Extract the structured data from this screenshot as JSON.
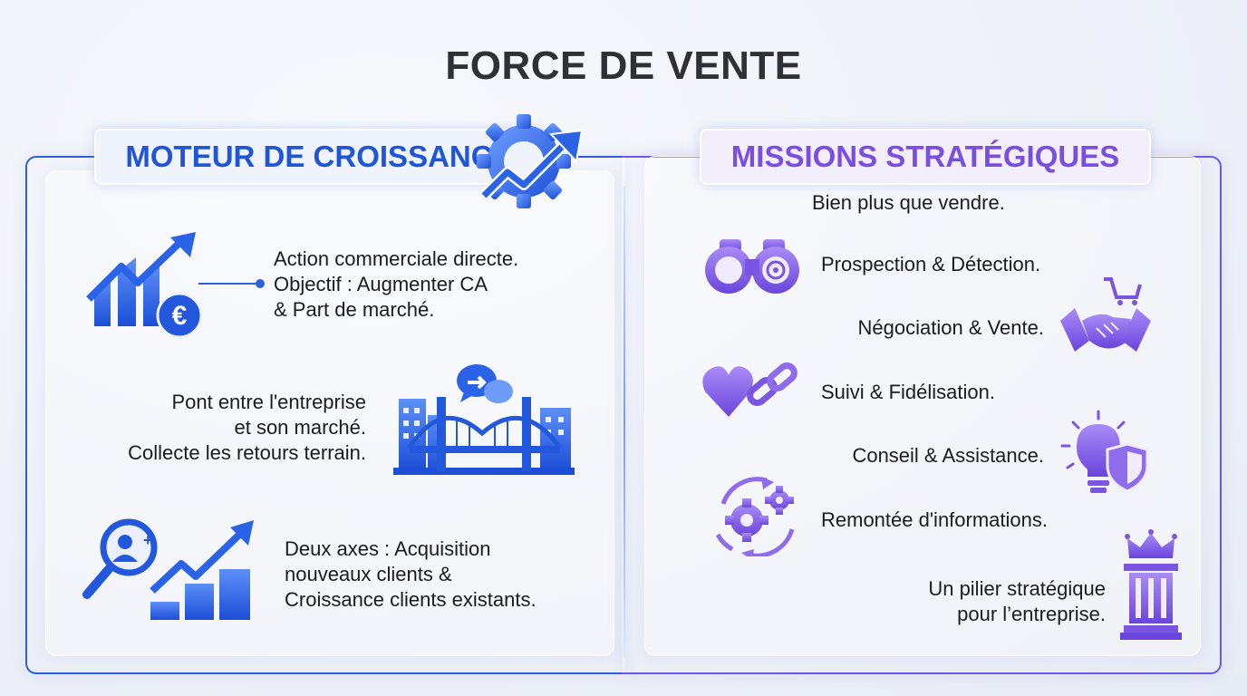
{
  "title": "FORCE DE VENTE",
  "left": {
    "header": "MOTEUR DE CROISSANCE",
    "items": [
      {
        "lines": [
          "Action commerciale directe.",
          "Objectif : Augmenter CA",
          "& Part de marché."
        ],
        "icon": "growth-chart-euro-icon"
      },
      {
        "lines": [
          "Pont entre l'entreprise",
          "et son marché.",
          "Collecte les retours terrain."
        ],
        "icon": "bridge-city-chat-icon"
      },
      {
        "lines": [
          "Deux axes : Acquisition",
          "nouveaux clients &",
          "Croissance clients existants."
        ],
        "icon": "search-user-growth-icon"
      }
    ],
    "header_icon": "gear-growth-arrow-icon"
  },
  "right": {
    "header": "MISSIONS STRATÉGIQUES",
    "subtitle": "Bien plus que vendre.",
    "missions": [
      {
        "label": "Prospection & Détection.",
        "icon": "binoculars-target-icon"
      },
      {
        "label": "Négociation & Vente.",
        "icon": "handshake-cart-icon"
      },
      {
        "label": "Suivi & Fidélisation.",
        "icon": "heart-chain-icon"
      },
      {
        "label": "Conseil & Assistance.",
        "icon": "lightbulb-shield-icon"
      },
      {
        "label": "Remontée d'informations.",
        "icon": "gears-cycle-icon"
      }
    ],
    "closing": [
      "Un pilier stratégique",
      "pour l’entreprise."
    ],
    "closing_icon": "pillar-crown-icon"
  },
  "colors": {
    "blue": "#1f55d6",
    "purple": "#7a4fe0",
    "title": "#2f3136"
  }
}
